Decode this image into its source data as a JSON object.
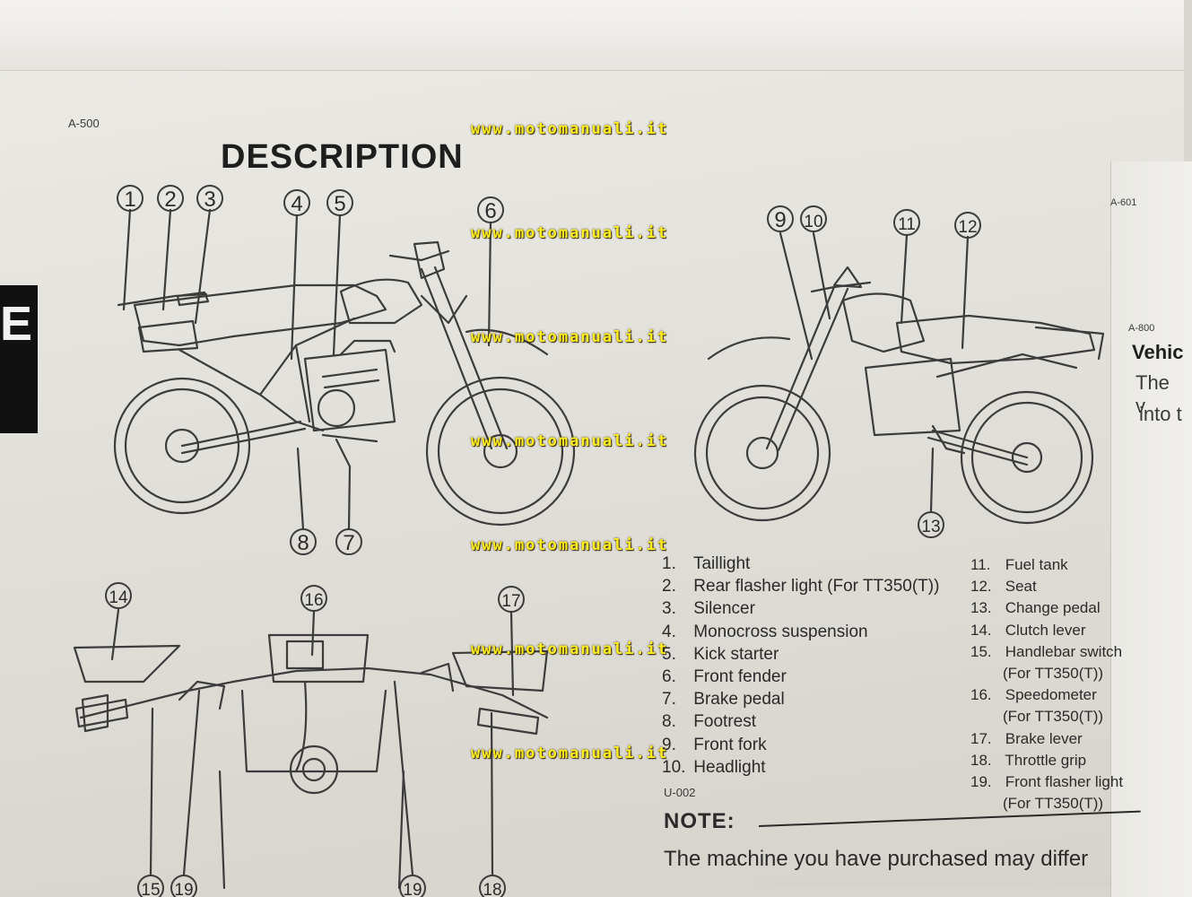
{
  "header": {
    "page_ref": "A-500",
    "title": "DESCRIPTION",
    "side_tab_letter": "E",
    "right_page_ref": "A-601",
    "right_page_ref2": "A-800",
    "right_page_heading": "Vehic",
    "right_page_line1": "The v",
    "right_page_line2": "into t"
  },
  "watermark": "www.motomanuali.it",
  "callouts": [
    "1",
    "2",
    "3",
    "4",
    "5",
    "6",
    "7",
    "8",
    "9",
    "10",
    "11",
    "12",
    "13",
    "14",
    "15",
    "16",
    "17",
    "18",
    "19"
  ],
  "parts_left": [
    {
      "num": "1.",
      "label": "Taillight"
    },
    {
      "num": "2.",
      "label": "Rear flasher light (For TT350(T))"
    },
    {
      "num": "3.",
      "label": "Silencer"
    },
    {
      "num": "4.",
      "label": "Monocross suspension"
    },
    {
      "num": "5.",
      "label": "Kick starter"
    },
    {
      "num": "6.",
      "label": "Front fender"
    },
    {
      "num": "7.",
      "label": "Brake pedal"
    },
    {
      "num": "8.",
      "label": "Footrest"
    },
    {
      "num": "9.",
      "label": "Front fork"
    },
    {
      "num": "10.",
      "label": "Headlight"
    }
  ],
  "parts_right": [
    {
      "num": "11.",
      "label": "Fuel tank"
    },
    {
      "num": "12.",
      "label": "Seat"
    },
    {
      "num": "13.",
      "label": "Change pedal"
    },
    {
      "num": "14.",
      "label": "Clutch lever"
    },
    {
      "num": "15.",
      "label": "Handlebar switch",
      "sub": "(For TT350(T))"
    },
    {
      "num": "16.",
      "label": "Speedometer",
      "sub": "(For TT350(T))"
    },
    {
      "num": "17.",
      "label": "Brake lever"
    },
    {
      "num": "18.",
      "label": "Throttle grip"
    },
    {
      "num": "19.",
      "label": "Front flasher light",
      "sub": "(For TT350(T))"
    }
  ],
  "list_ref": "U-002",
  "note": {
    "heading": "NOTE:",
    "text": "The machine you have purchased may differ"
  }
}
